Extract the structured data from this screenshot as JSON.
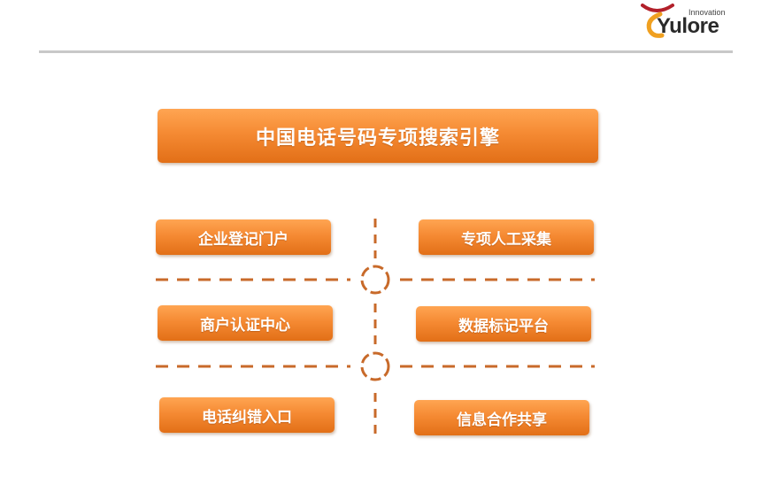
{
  "logo": {
    "tagline": "Innovation",
    "wordmark": "Yulore"
  },
  "title": "中国电话号码专项搜索引擎",
  "items": {
    "left": [
      "企业登记门户",
      "商户认证中心",
      "电话纠错入口"
    ],
    "right": [
      "专项人工采集",
      "数据标记平台",
      "信息合作共享"
    ]
  },
  "colors": {
    "accent": "#f58a33",
    "divider": "#c86a2a",
    "rule": "#c8c8c8"
  }
}
